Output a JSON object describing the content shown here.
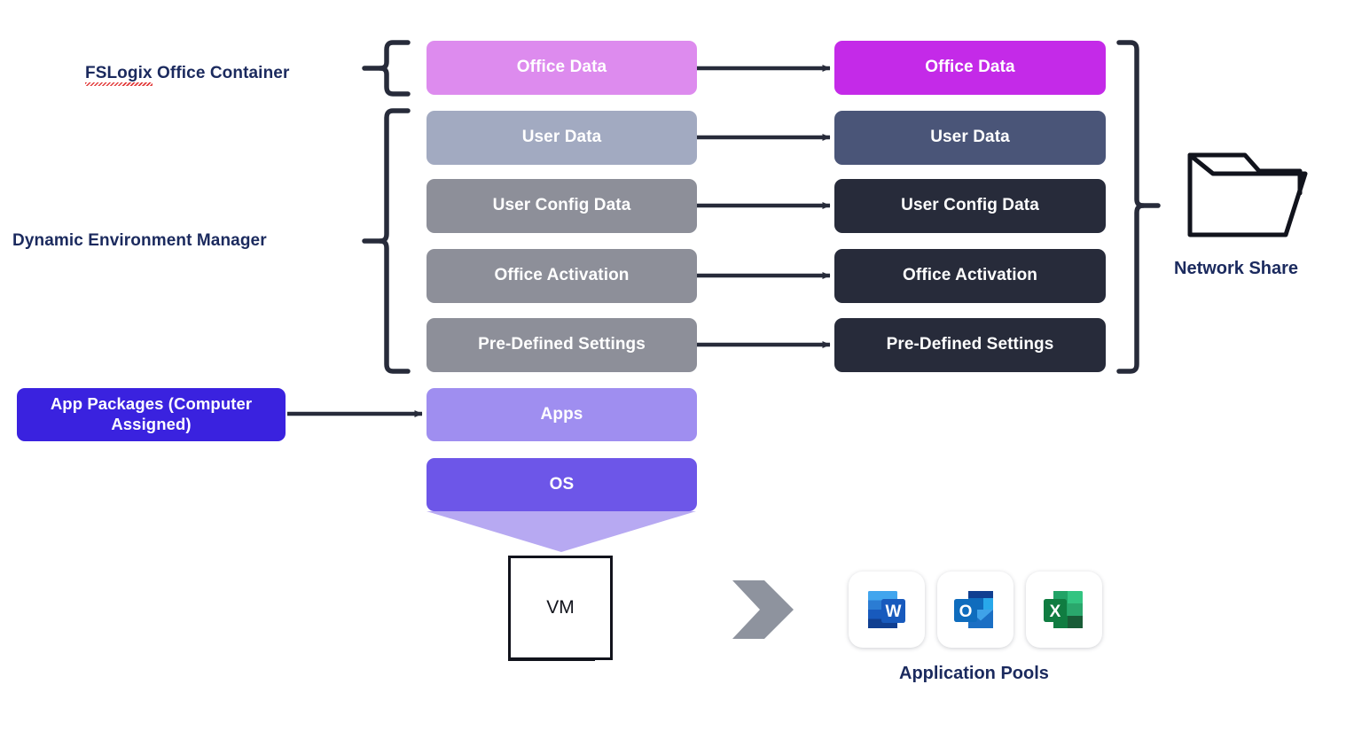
{
  "diagram": {
    "title": "FSLogix / Dynamic Environment Manager profile and app layering",
    "group_labels": [
      {
        "id": "fslogix",
        "prefix": "FSLogix",
        "suffix": " Office Container",
        "full": "FSLogix Office Container",
        "misspelled_word": "FSLogix"
      },
      {
        "id": "dem",
        "prefix": "",
        "suffix": "",
        "full": "Dynamic Environment Manager",
        "misspelled_word": ""
      }
    ],
    "local_column": {
      "name": "local-items",
      "items": [
        {
          "label": "Office Data",
          "color": "#dd8bee",
          "group": "fslogix"
        },
        {
          "label": "User Data",
          "color": "#a2aac1",
          "group": "dem"
        },
        {
          "label": "User Config Data",
          "color": "#8d8f99",
          "group": "dem"
        },
        {
          "label": "Office Activation",
          "color": "#8d8f99",
          "group": "dem"
        },
        {
          "label": "Pre-Defined Settings",
          "color": "#8d8f99",
          "group": "dem"
        }
      ]
    },
    "remote_column": {
      "name": "network-share-items",
      "items": [
        {
          "label": "Office Data",
          "color": "#c42ae8"
        },
        {
          "label": "User Data",
          "color": "#4a5578"
        },
        {
          "label": "User Config Data",
          "color": "#272b3a"
        },
        {
          "label": "Office Activation",
          "color": "#272b3a"
        },
        {
          "label": "Pre-Defined Settings",
          "color": "#272b3a"
        }
      ]
    },
    "app_packages": {
      "label": "App Packages (Computer Assigned)",
      "line1": "App Packages (Computer",
      "line2": "Assigned)",
      "color": "#3a22df"
    },
    "stack": [
      {
        "label": "Apps",
        "color": "#9f8ef0"
      },
      {
        "label": "OS",
        "color": "#6d56e8"
      }
    ],
    "os_funnel_color": "#b7a9f2",
    "vm": {
      "label": "VM",
      "border_color": "#11131c"
    },
    "network_share": {
      "label": "Network Share",
      "icon": "folder-icon",
      "color": "#11131c"
    },
    "application_pools": {
      "label": "Application Pools",
      "apps": [
        {
          "name": "word-icon",
          "letter": "W",
          "color": "#2b579a"
        },
        {
          "name": "outlook-icon",
          "letter": "O",
          "color": "#1a69c8"
        },
        {
          "name": "excel-icon",
          "letter": "X",
          "color": "#217346"
        }
      ]
    },
    "flow_arrow": {
      "name": "chevron-right-icon",
      "color": "#8e939e"
    },
    "colors": {
      "line": "#272b3a",
      "label_text": "#1b2a5e",
      "background": "#ffffff"
    }
  }
}
